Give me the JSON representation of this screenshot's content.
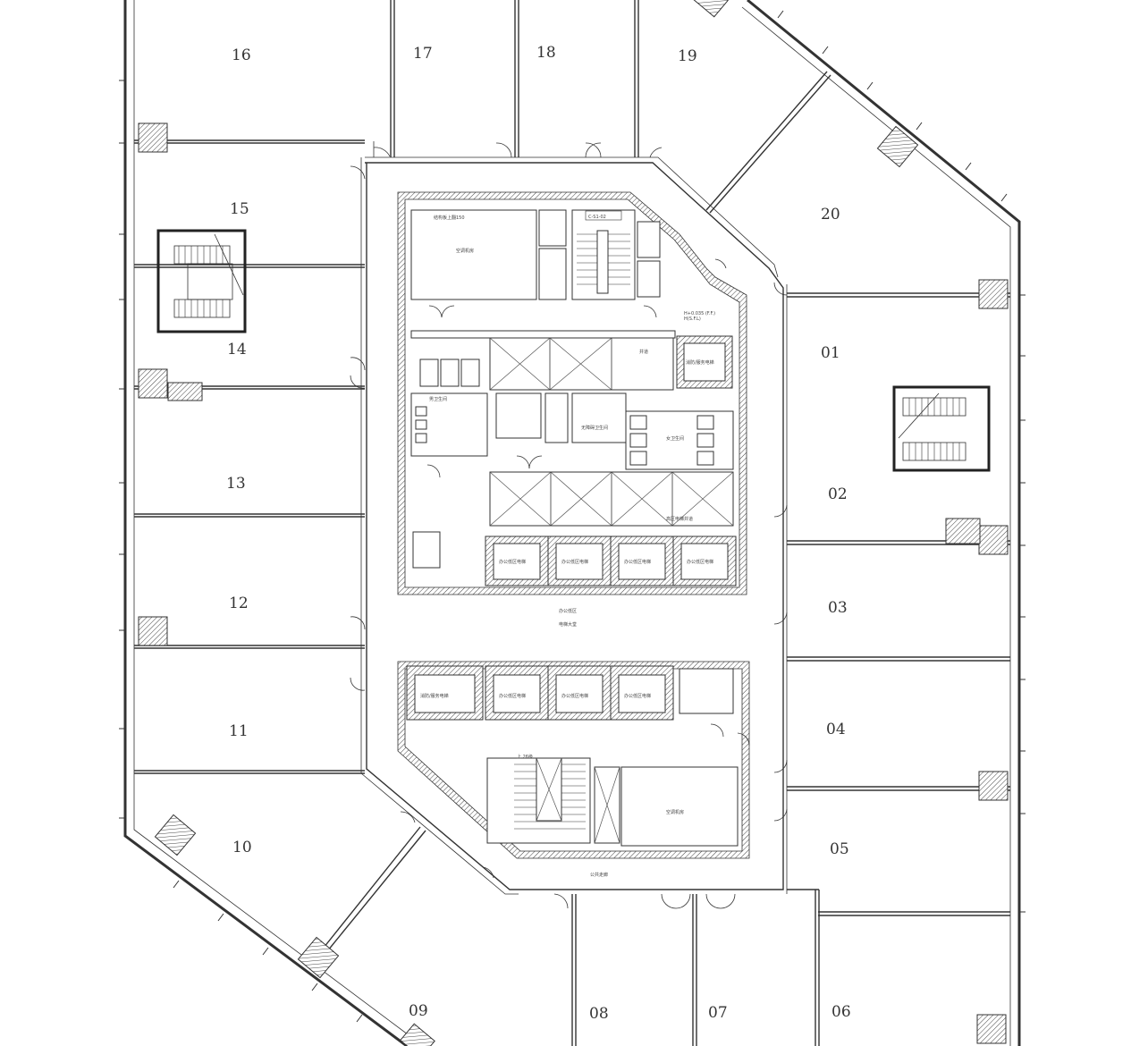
{
  "plan": {
    "units": [
      {
        "id": "16",
        "label": "16"
      },
      {
        "id": "17",
        "label": "17"
      },
      {
        "id": "18",
        "label": "18"
      },
      {
        "id": "19",
        "label": "19"
      },
      {
        "id": "20",
        "label": "20"
      },
      {
        "id": "15",
        "label": "15"
      },
      {
        "id": "14",
        "label": "14"
      },
      {
        "id": "01",
        "label": "01"
      },
      {
        "id": "13",
        "label": "13"
      },
      {
        "id": "02",
        "label": "02"
      },
      {
        "id": "12",
        "label": "12"
      },
      {
        "id": "03",
        "label": "03"
      },
      {
        "id": "11",
        "label": "11"
      },
      {
        "id": "04",
        "label": "04"
      },
      {
        "id": "10",
        "label": "10"
      },
      {
        "id": "05",
        "label": "05"
      },
      {
        "id": "09",
        "label": "09"
      },
      {
        "id": "08",
        "label": "08"
      },
      {
        "id": "07",
        "label": "07"
      },
      {
        "id": "06",
        "label": "06"
      }
    ],
    "core_labels": {
      "detail_tag": "C-S1-02",
      "slab_note": "结构板上翻150",
      "level_note_1": "H+0.035 (F.F.)",
      "level_note_2": "H(S.F.L)",
      "ac_room_top": "空调机房",
      "ac_room_bottom": "空调机房",
      "lift_lobby_top": "办公低区",
      "lift_lobby_bottom": "电梯大堂",
      "public_corridor": "公共走廊",
      "elevator_label": "办公低区电梯",
      "fire_elevator": "消防/服务电梯",
      "men_wc": "男卫生间",
      "women_wc": "女卫生间",
      "accessible_wc": "无障碍卫生间",
      "shaft": "井道",
      "high_zone_shaft": "高区电梯井道",
      "upper": "上 26级"
    }
  }
}
